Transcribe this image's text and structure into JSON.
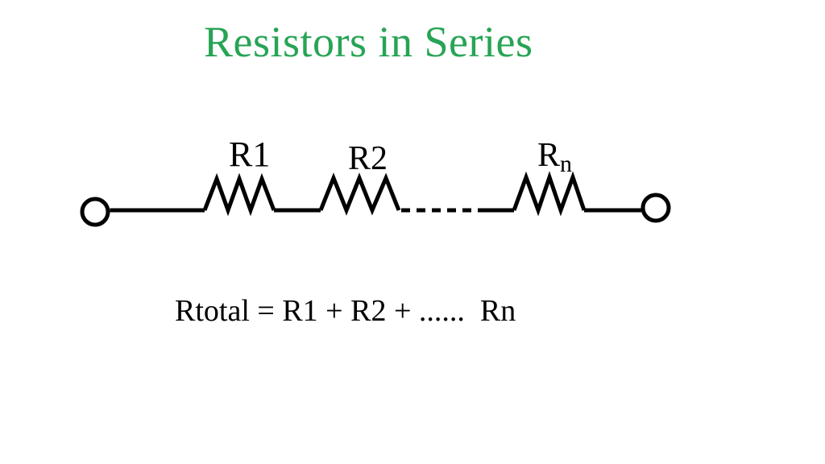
{
  "title": {
    "text": "Resistors in Series"
  },
  "colors": {
    "title": "#27a455",
    "ink": "#000000",
    "background": "#ffffff"
  },
  "circuit": {
    "description": "Three zigzag resistor symbols in series on a single wire between two open circle terminals, with a dashed continuation between R2 and Rn",
    "labels": {
      "r1": "R1",
      "r2": "R2",
      "rn_base": "R",
      "rn_subscript": "n"
    },
    "terminals": [
      "left",
      "right"
    ],
    "dash_count": 5
  },
  "formula": {
    "text": "Rtotal = R1 + R2 + ......  Rn"
  }
}
